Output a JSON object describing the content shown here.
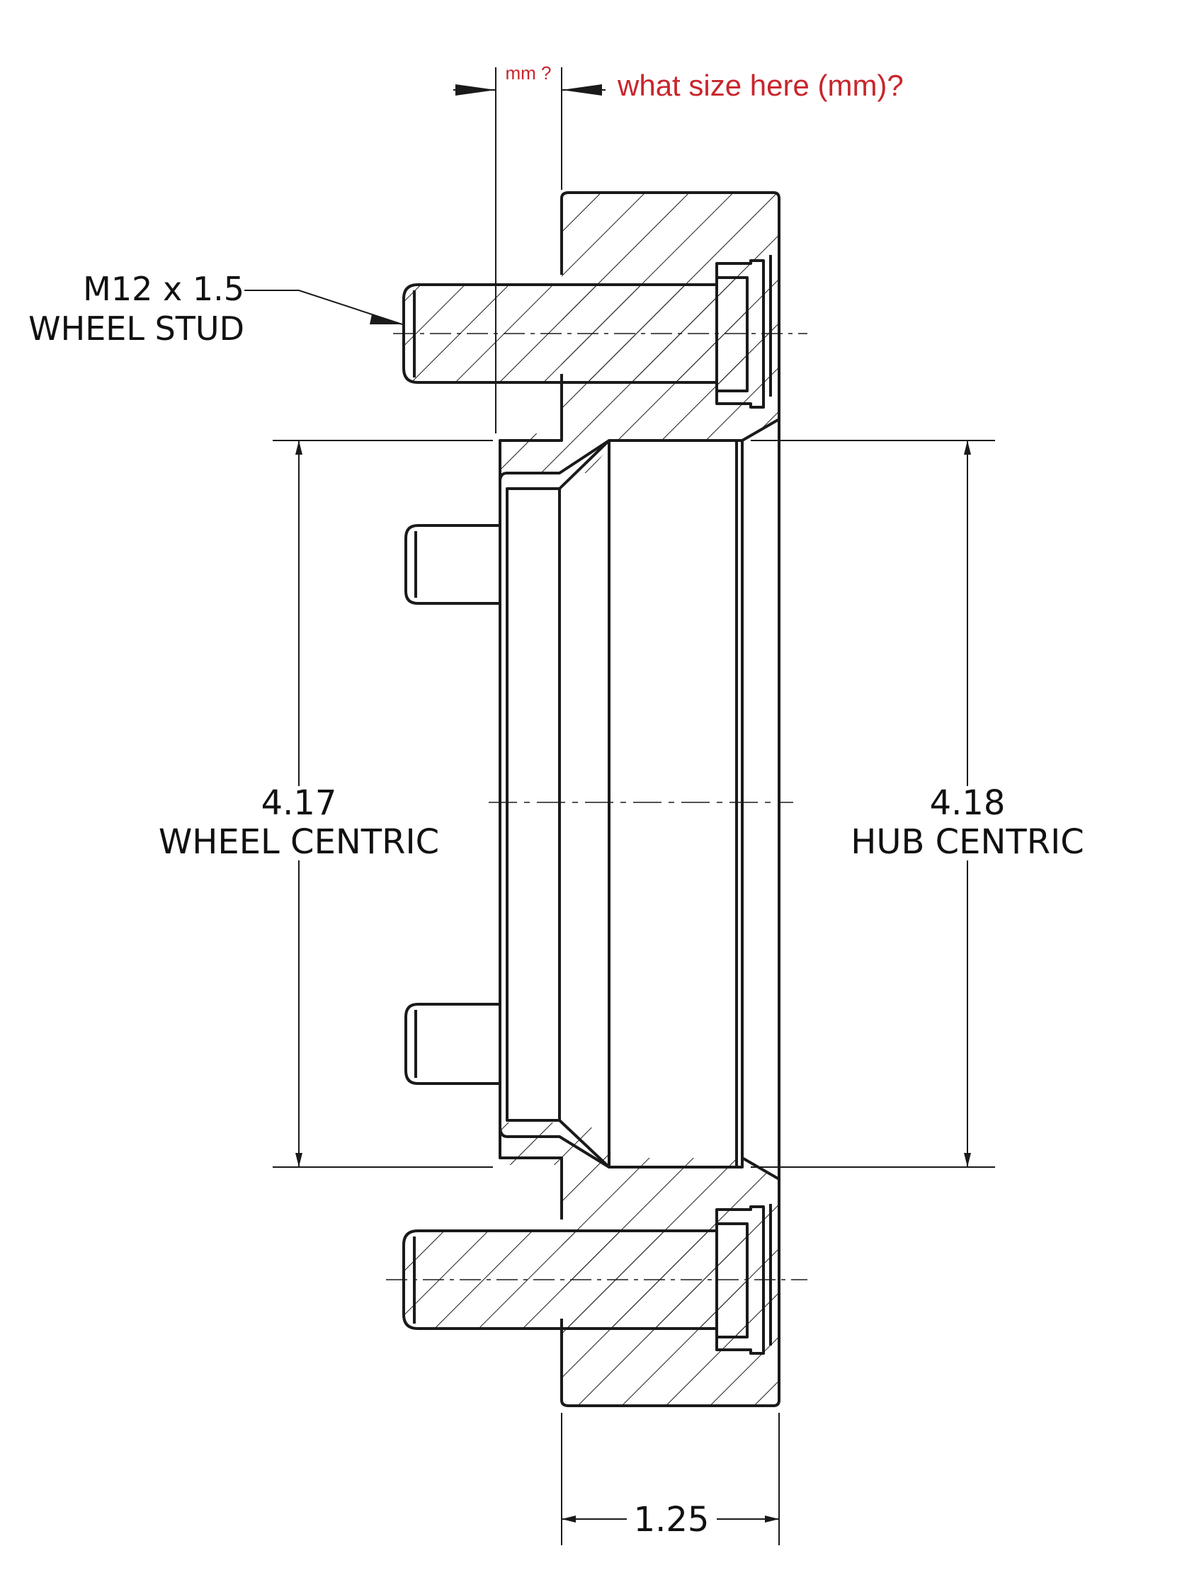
{
  "annotations": {
    "question_dim": "mm ?",
    "question_text": "what size here (mm)?",
    "stud_size": "M12 x 1.5",
    "stud_name": "WHEEL STUD",
    "wheel_centric_value": "4.17",
    "wheel_centric_label": "WHEEL CENTRIC",
    "hub_centric_value": "4.18",
    "hub_centric_label": "HUB CENTRIC",
    "thickness_value": "1.25"
  },
  "colors": {
    "line": "#1a1a1a",
    "question": "#c8262c"
  }
}
